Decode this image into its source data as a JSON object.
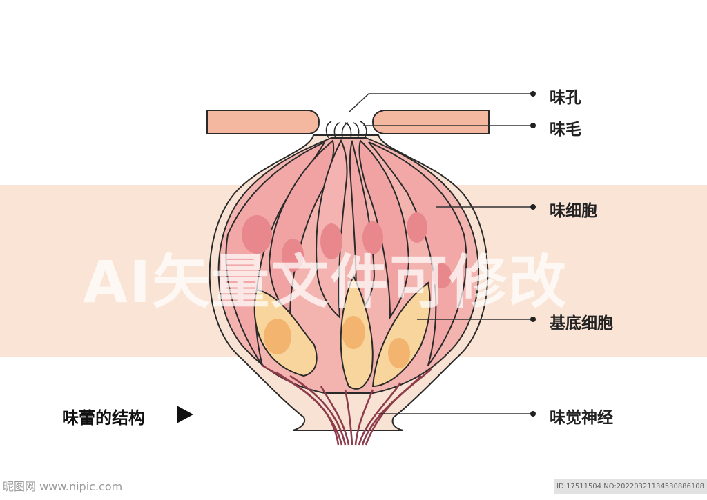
{
  "watermark": "AI矢量文件可修改",
  "labels": {
    "taste_pore": "味孔",
    "taste_hair": "味毛",
    "taste_cell": "味细胞",
    "basal_cell": "基底细胞",
    "taste_nerve": "味觉神经"
  },
  "title": "味蕾的结构",
  "footer": {
    "site": "昵图网 www.nipic.com",
    "id": "ID:17511504 NO:20220321134530886108"
  },
  "colors": {
    "band": "#f9e4d6",
    "outer_membrane": "#f8e2d4",
    "epithelium": "#f4b8a0",
    "taste_cell_fill": "#f1a8a6",
    "taste_cell_light": "#f7c5c2",
    "nucleus_pink": "#e9888c",
    "basal_fill": "#f8d59c",
    "nucleus_orange": "#f2b46e",
    "nerve": "#8e3b4b",
    "outline": "#2a2a2a"
  }
}
